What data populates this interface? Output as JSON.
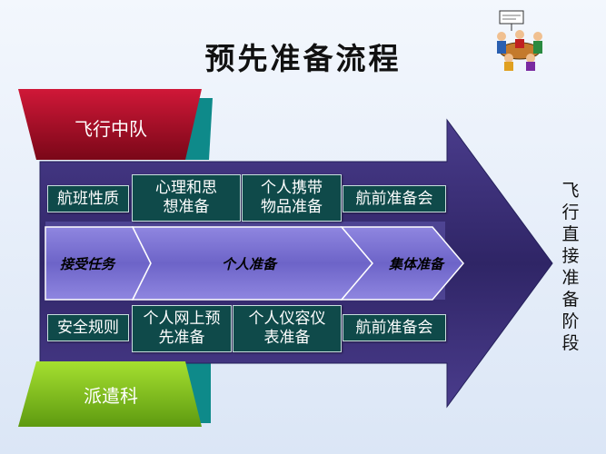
{
  "title": "预先准备流程",
  "units": {
    "top": "飞行中队",
    "bottom": "派遣科"
  },
  "upper_row": [
    "航班性质",
    "心理和思想准备",
    "个人携带物品准备",
    "航前准备会"
  ],
  "lower_row": [
    "安全规则",
    "个人网上预先准备",
    "个人仪容仪表准备",
    "航前准备会"
  ],
  "flow": {
    "step1": "接受任务",
    "step2": "个人准备",
    "step3": "集体准备"
  },
  "side_label": "飞行直接准备阶段",
  "colors": {
    "arrow": "#3b2f78",
    "cell": "#0f4a4a",
    "top_unit": "#a8102a",
    "bottom_unit": "#7fc21e",
    "teal": "#0e8a8a"
  },
  "icons": {
    "meeting": "meeting-clipart-icon"
  }
}
